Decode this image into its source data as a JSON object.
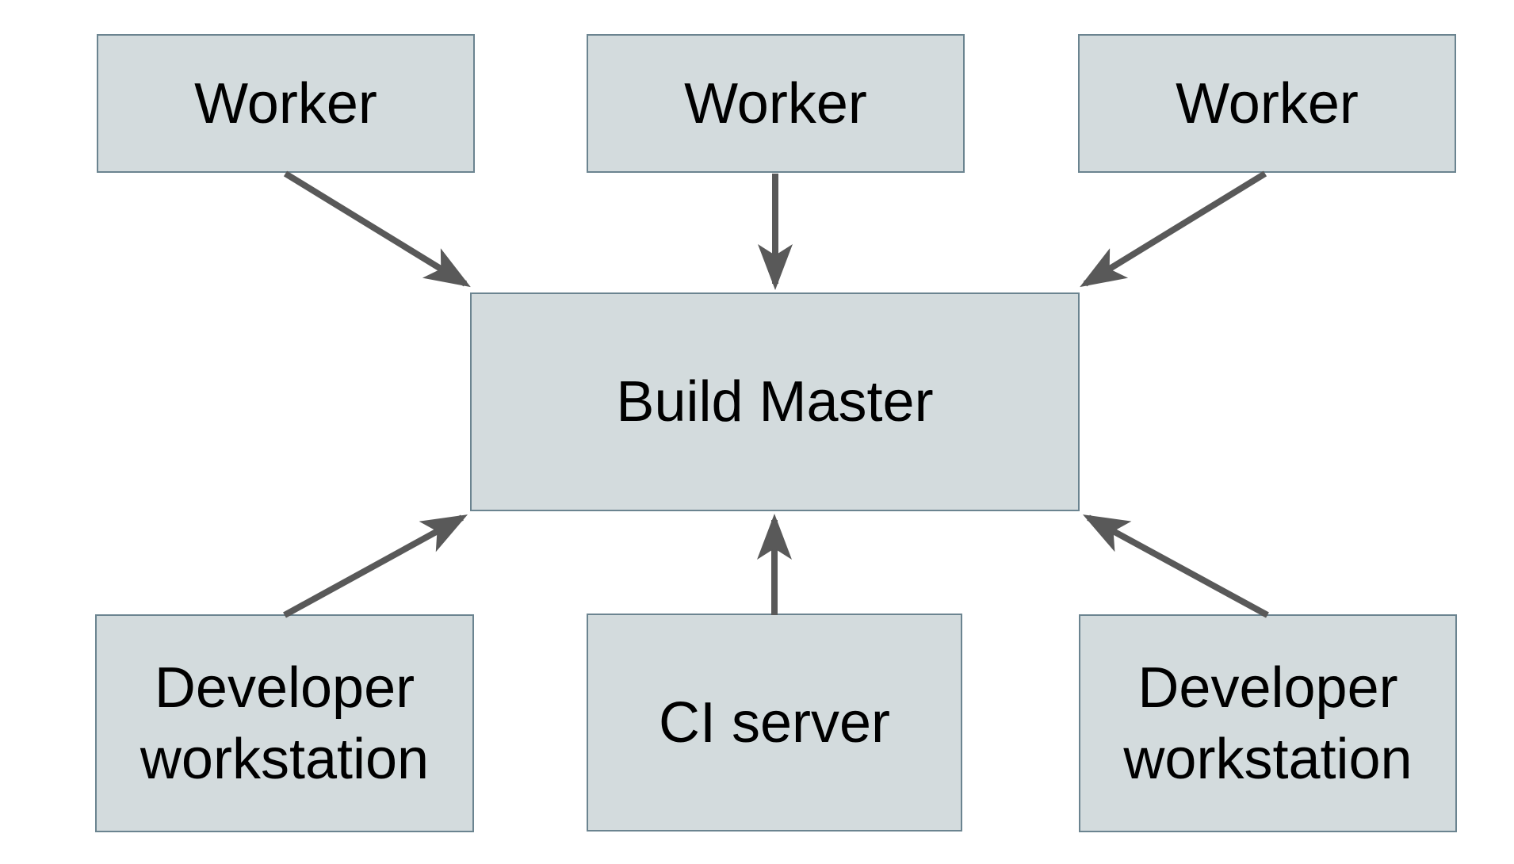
{
  "diagram": {
    "type": "architecture-diagram",
    "colors": {
      "background": "#ffffff",
      "node_fill": "#d3dbdd",
      "node_border": "#6b8490",
      "arrow": "#595959",
      "text": "#000000"
    },
    "nodes": [
      {
        "id": "worker-1",
        "label": "Worker"
      },
      {
        "id": "worker-2",
        "label": "Worker"
      },
      {
        "id": "worker-3",
        "label": "Worker"
      },
      {
        "id": "build-master",
        "label": "Build Master"
      },
      {
        "id": "developer-workstation-1",
        "label": "Developer workstation"
      },
      {
        "id": "ci-server",
        "label": "CI server"
      },
      {
        "id": "developer-workstation-2",
        "label": "Developer workstation"
      }
    ],
    "edges": [
      {
        "from": "worker-1",
        "to": "build-master"
      },
      {
        "from": "worker-2",
        "to": "build-master"
      },
      {
        "from": "worker-3",
        "to": "build-master"
      },
      {
        "from": "developer-workstation-1",
        "to": "build-master"
      },
      {
        "from": "ci-server",
        "to": "build-master"
      },
      {
        "from": "developer-workstation-2",
        "to": "build-master"
      }
    ]
  }
}
